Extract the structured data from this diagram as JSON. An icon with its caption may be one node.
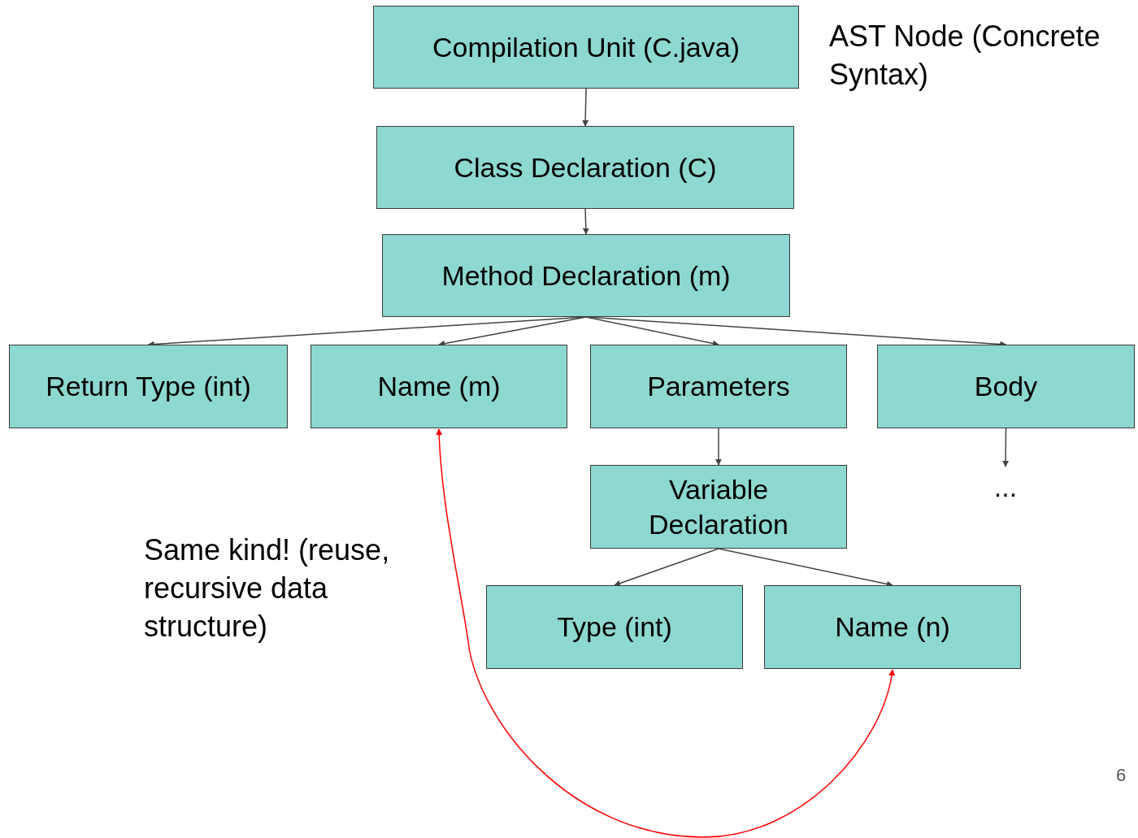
{
  "diagram": {
    "nodes": [
      {
        "text": [
          "Compilation Unit (C.java)"
        ]
      },
      {
        "text": [
          "Class Declaration (C)"
        ]
      },
      {
        "text": [
          "Method Declaration (m)"
        ]
      },
      {
        "text": [
          "Return Type (int)"
        ]
      },
      {
        "text": [
          "Name (m)"
        ]
      },
      {
        "text": [
          "Parameters"
        ]
      },
      {
        "text": [
          "Body"
        ]
      },
      {
        "text": [
          "Variable Declaration"
        ]
      },
      {
        "text": [
          "Type (int)"
        ]
      },
      {
        "text": [
          "Name (n)"
        ]
      },
      {
        "text": [
          "..."
        ]
      }
    ],
    "edges": [
      {
        "from": 0,
        "to": 1,
        "arrow": "to"
      },
      {
        "from": 1,
        "to": 2,
        "arrow": "to"
      },
      {
        "from": 2,
        "to": 3,
        "arrow": "to"
      },
      {
        "from": 2,
        "to": 4,
        "arrow": "to"
      },
      {
        "from": 2,
        "to": 5,
        "arrow": "to"
      },
      {
        "from": 2,
        "to": 6,
        "arrow": "to"
      },
      {
        "from": 5,
        "to": 7,
        "arrow": "to"
      },
      {
        "from": 6,
        "to": 10,
        "arrow": "to"
      },
      {
        "from": 7,
        "to": 8,
        "arrow": "to"
      },
      {
        "from": 7,
        "to": 9,
        "arrow": "to"
      },
      {
        "from": 9,
        "to": 4,
        "arrow": "both",
        "color": "#ff0000"
      }
    ],
    "labels": [
      "AST Node (Concrete Syntax)",
      "Same kind! (reuse, recursive data structure)",
      "6"
    ]
  }
}
